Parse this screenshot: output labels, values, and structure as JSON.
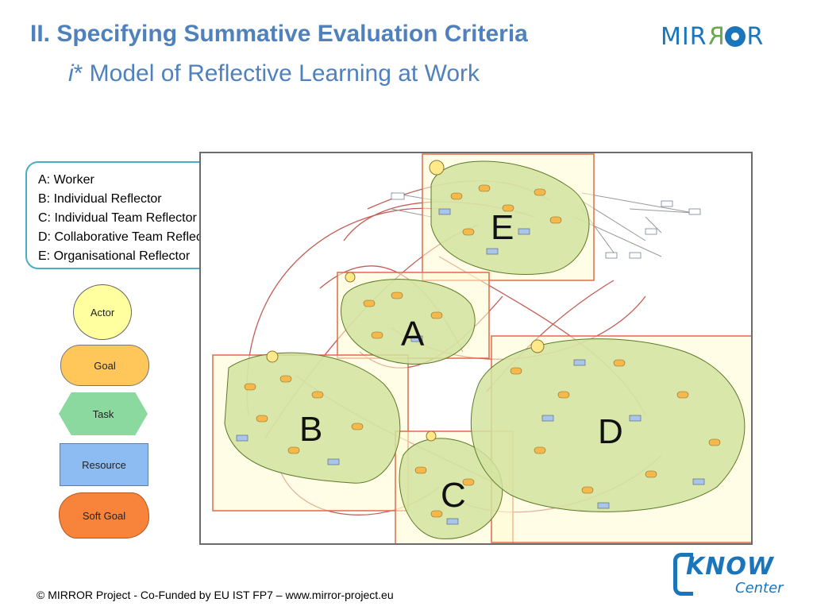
{
  "title": {
    "line1": "II. Specifying Summative Evaluation Criteria",
    "line2_italic": "i",
    "line2_rest": "* Model of Reflective Learning at Work"
  },
  "logo_mirror": {
    "left": "MIR",
    "reversed": "R",
    "right": "R",
    "eye_color": "#1b75bb",
    "accent": "#6aa84f"
  },
  "legend": {
    "items": [
      "A: Worker",
      "B: Individual Reflector",
      "C: Individual Team Reflector",
      "D: Collaborative Team Reflector",
      "E: Organisational Reflector"
    ]
  },
  "shape_key": {
    "actor": "Actor",
    "goal": "Goal",
    "task": "Task",
    "resource": "Resource",
    "softgoal": "Soft Goal"
  },
  "diagram": {
    "region_labels": {
      "a": "A",
      "b": "B",
      "c": "C",
      "d": "D",
      "e": "E"
    },
    "colors": {
      "region_fill": "#d4e3a0",
      "highlight_fill": "#fffbd1",
      "highlight_border": "#e06a4a",
      "links": "#b9423a"
    }
  },
  "footer": "© MIRROR Project - Co-Funded by EU IST FP7 – www.mirror-project.eu",
  "logo_know": {
    "word": "KNOW",
    "sub": "Center"
  }
}
